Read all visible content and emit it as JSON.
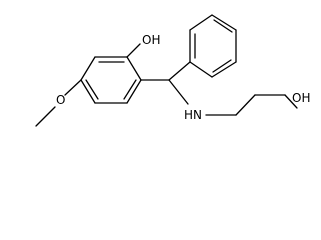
{
  "molecule": {
    "labels": {
      "hydroxyl_top": "OH",
      "hydroxyl_chain": "OH",
      "amine": "HN",
      "methoxy_oxygen": "O"
    },
    "colors": {
      "bond": "#000000",
      "label": "#000000",
      "background": "#ffffff"
    }
  }
}
